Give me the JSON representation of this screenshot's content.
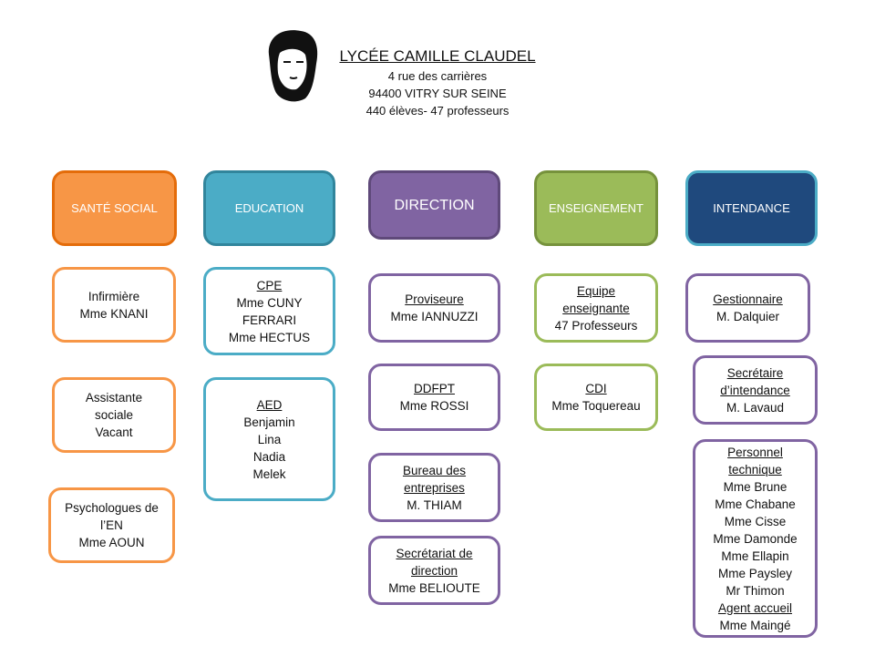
{
  "header": {
    "title": "LYCÉE CAMILLE CLAUDEL",
    "address": "4 rue des carrières",
    "city": "94400 VITRY SUR SEINE",
    "stats": "440 élèves- 47 professeurs",
    "logo_text": "Camille Claudel portrait"
  },
  "colors": {
    "sante": "#f79646",
    "education": "#4bacc6",
    "direction": "#8064a2",
    "enseignement": "#9bbb59",
    "intendance": "#1f497d"
  },
  "sante": {
    "label": "SANTÉ SOCIAL",
    "infirmiere": [
      "Infirmière",
      "Mme KNANI"
    ],
    "assistante": [
      "Assistante",
      "sociale",
      "Vacant"
    ],
    "psy": [
      "Psychologues de",
      "l’EN",
      "Mme AOUN"
    ]
  },
  "education": {
    "label": "EDUCATION",
    "cpe": [
      "CPE",
      "Mme CUNY",
      "FERRARI",
      "Mme HECTUS"
    ],
    "aed": [
      "AED",
      "Benjamin",
      "Lina",
      "Nadia",
      "Melek"
    ]
  },
  "direction": {
    "label": "DIRECTION",
    "proviseur": [
      "Proviseure",
      "Mme IANNUZZI"
    ],
    "ddfpt": [
      "DDFPT",
      "Mme ROSSI"
    ],
    "bureau": [
      "Bureau des",
      "entreprises",
      "M. THIAM"
    ],
    "secretariat": [
      "Secrétariat de",
      "direction",
      "Mme BELIOUTE"
    ]
  },
  "enseignement": {
    "label": "ENSEIGNEMENT",
    "equipe": [
      "Equipe",
      "enseignante",
      "47 Professeurs"
    ],
    "cdi": [
      "CDI",
      "Mme Toquereau"
    ]
  },
  "intendance": {
    "label": "INTENDANCE",
    "gestionnaire": [
      "Gestionnaire",
      "M. Dalquier"
    ],
    "secretaire": [
      "Secrétaire",
      "d’intendance",
      "M. Lavaud"
    ],
    "personnel": [
      "Personnel",
      "technique",
      "Mme Brune",
      "Mme Chabane",
      "Mme Cisse",
      "Mme Damonde",
      "Mme Ellapin",
      "Mme Paysley",
      "Mr Thimon",
      "Agent accueil",
      "Mme Maingé"
    ]
  }
}
